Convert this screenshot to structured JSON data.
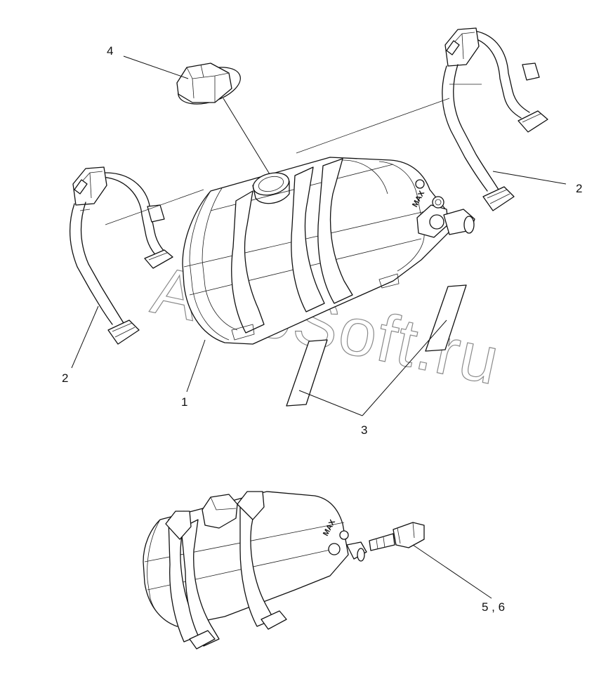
{
  "callouts": {
    "c1": "1",
    "c2_left": "2",
    "c2_right": "2",
    "c3": "3",
    "c4": "4",
    "c56": "5 , 6"
  },
  "tank_marking": "MAX",
  "tank_marking_small": "MAX",
  "watermark": "AutoSoft.ru"
}
